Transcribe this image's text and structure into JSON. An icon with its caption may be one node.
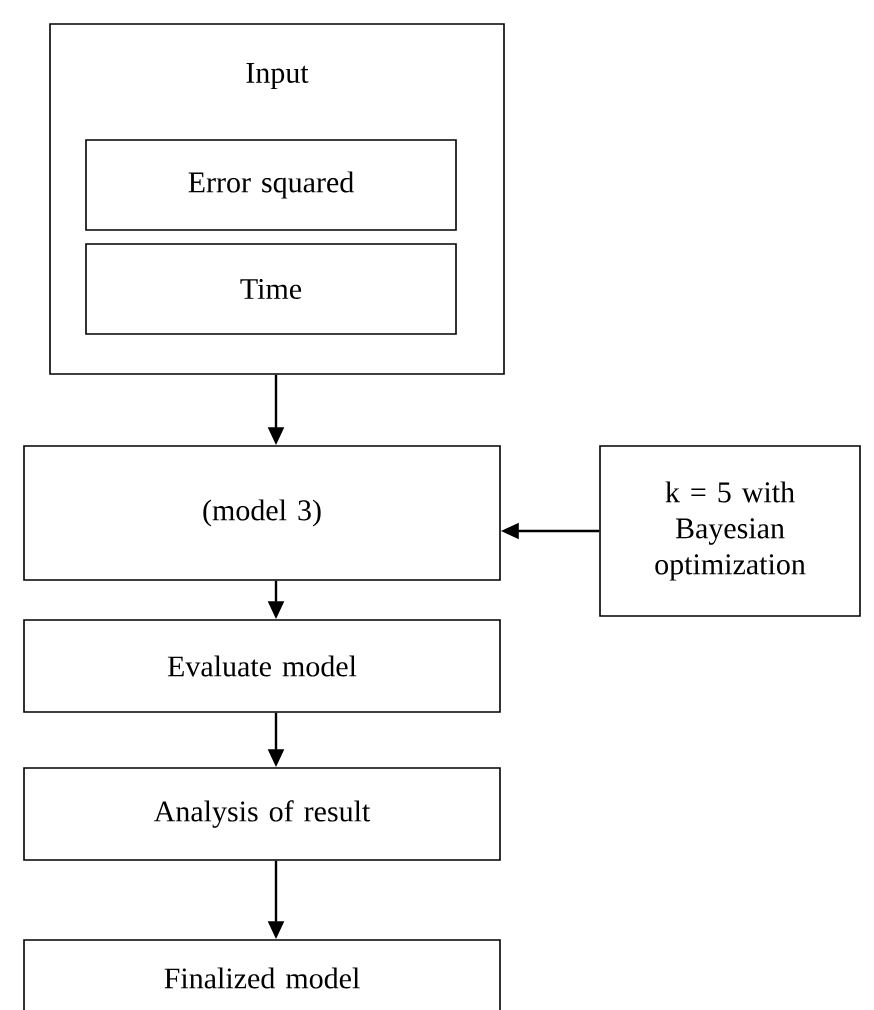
{
  "diagram": {
    "nodes": [
      {
        "text": [
          "Input"
        ]
      },
      {
        "text": [
          "Error squared"
        ],
        "in": 0
      },
      {
        "text": [
          "Time"
        ],
        "in": 0
      },
      {
        "text": [
          "(model 3)"
        ]
      },
      {
        "text": [
          "k = 5 with Bayesian optimization"
        ]
      },
      {
        "text": [
          "Evaluate model"
        ]
      },
      {
        "text": [
          "Analysis of result"
        ]
      },
      {
        "text": [
          "Finalized model"
        ]
      }
    ],
    "edges": [
      {
        "from": 0,
        "to": 3,
        "arrow": "to"
      },
      {
        "from": 4,
        "to": 3,
        "arrow": "to"
      },
      {
        "from": 3,
        "to": 5,
        "arrow": "to"
      },
      {
        "from": 5,
        "to": 6,
        "arrow": "to"
      },
      {
        "from": 6,
        "to": 7,
        "arrow": "to"
      }
    ]
  }
}
